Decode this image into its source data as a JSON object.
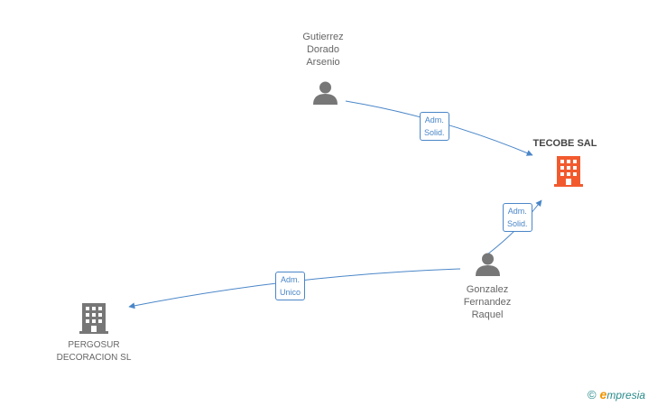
{
  "nodes": {
    "gutierrez": {
      "name_lines": [
        "Gutierrez",
        "Dorado",
        "Arsenio"
      ],
      "type": "person-icon"
    },
    "tecobe": {
      "name": "TECOBE SAL",
      "type": "building-icon",
      "color": "#f25a2e"
    },
    "gonzalez": {
      "name_lines": [
        "Gonzalez",
        "Fernandez",
        "Raquel"
      ],
      "type": "person-icon"
    },
    "pergosur": {
      "name_lines": [
        "PERGOSUR",
        "DECORACION SL"
      ],
      "type": "building-icon",
      "color": "#777777"
    }
  },
  "edges": [
    {
      "id": "gutierrez-tecobe",
      "label_lines": [
        "Adm.",
        "Solid."
      ]
    },
    {
      "id": "gonzalez-tecobe",
      "label_lines": [
        "Adm.",
        "Solid."
      ]
    },
    {
      "id": "gonzalez-pergosur",
      "label_lines": [
        "Adm.",
        "Unico"
      ]
    }
  ],
  "colors": {
    "edge": "#4a86c8",
    "person": "#777777"
  },
  "watermark": {
    "copyright": "©",
    "e": "e",
    "brand": "mpresia"
  }
}
